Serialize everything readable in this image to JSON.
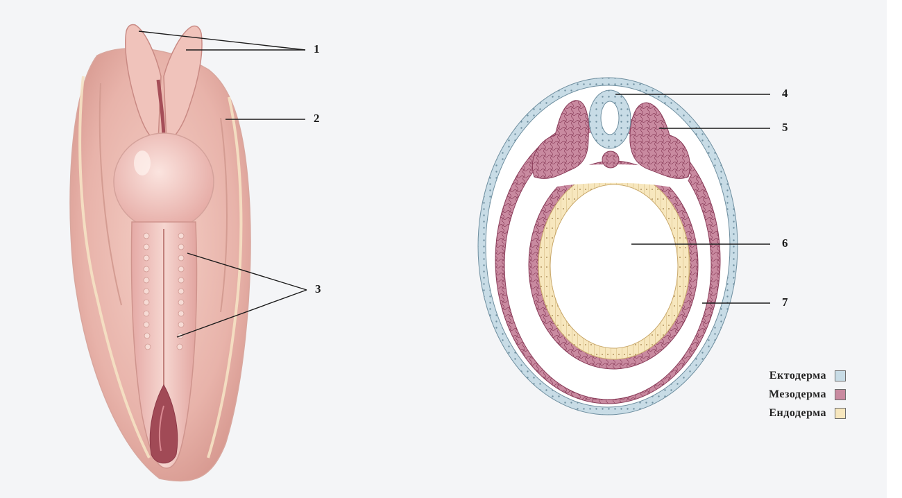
{
  "labels": {
    "l1": "1",
    "l2": "2",
    "l3": "3",
    "l4": "4",
    "l5": "5",
    "l6": "6",
    "l7": "7"
  },
  "legend": [
    {
      "label": "Ектодерма",
      "color": "#c8dce6"
    },
    {
      "label": "Мезодерма",
      "color": "#c98aa0"
    },
    {
      "label": "Ендодерма",
      "color": "#f7e7be"
    }
  ],
  "colors": {
    "ectoderm": "#c8dce6",
    "ectoderm_stroke": "#7f9aaa",
    "mesoderm": "#c98aa0",
    "mesoderm_stroke": "#8a3d5a",
    "endoderm": "#f7e7be",
    "endoderm_stroke": "#c9a86a",
    "embryo": "#e9b8b0",
    "embryo_dark": "#b3676d"
  }
}
